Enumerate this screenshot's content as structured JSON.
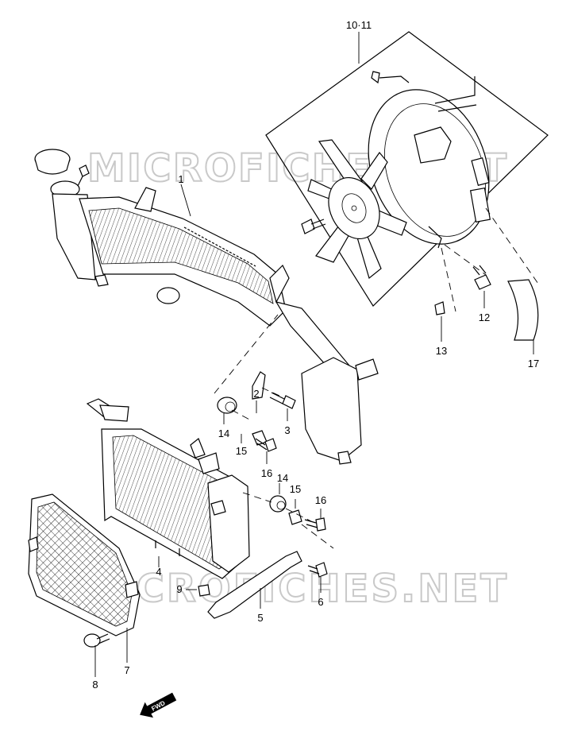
{
  "watermark": {
    "top": "MICROFICHES.NET",
    "bottom": "MICROFICHES.NET"
  },
  "callouts": {
    "c10_11": "10·11",
    "c1": "1",
    "c2": "2",
    "c3": "3",
    "c4": "4",
    "c5": "5",
    "c6": "6",
    "c7": "7",
    "c8": "8",
    "c9": "9",
    "c12": "12",
    "c13": "13",
    "c14a": "14",
    "c14b": "14",
    "c15a": "15",
    "c15b": "15",
    "c16a": "16",
    "c16b": "16",
    "c17": "17"
  },
  "fwd_label": "FWD",
  "colors": {
    "line": "#000000",
    "watermark": "#c9c9c9",
    "background": "#ffffff"
  }
}
